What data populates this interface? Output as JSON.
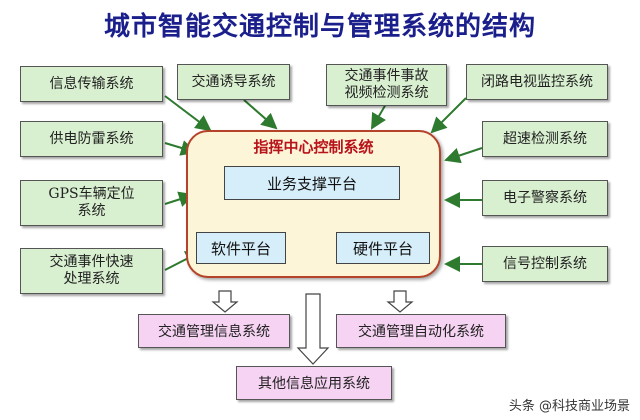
{
  "title": "城市智能交通控制与管理系统的结构",
  "left_boxes": [
    [
      "信息传输系统"
    ],
    [
      "供电防雷系统"
    ],
    [
      "GPS车辆定位",
      "系统"
    ],
    [
      "交通事件快速",
      "处理系统"
    ]
  ],
  "top_boxes": [
    [
      "交通诱导系统"
    ],
    [
      "交通事件事故",
      "视频检测系统"
    ]
  ],
  "right_boxes": [
    [
      "闭路电视监控系统"
    ],
    [
      "超速检测系统"
    ],
    [
      "电子警察系统"
    ],
    [
      "信号控制系统"
    ]
  ],
  "center": {
    "title": "指挥中心控制系统",
    "support": "业务支撑平台",
    "software": "软件平台",
    "hardware": "硬件平台"
  },
  "outputs": {
    "left": "交通管理信息系统",
    "right": "交通管理自动化系统",
    "bottom": "其他信息应用系统"
  },
  "watermark": "头条 @科技商业场景",
  "colors": {
    "title": "#1a1f8c",
    "side_box": "#d8f0d0",
    "center_border": "#b5432a",
    "center_fill": "#fdf5d7",
    "center_title": "#b8121a",
    "inner_box": "#d6eefa",
    "output_box": "#f6d3f2",
    "arrow": "#2e7a2e"
  }
}
